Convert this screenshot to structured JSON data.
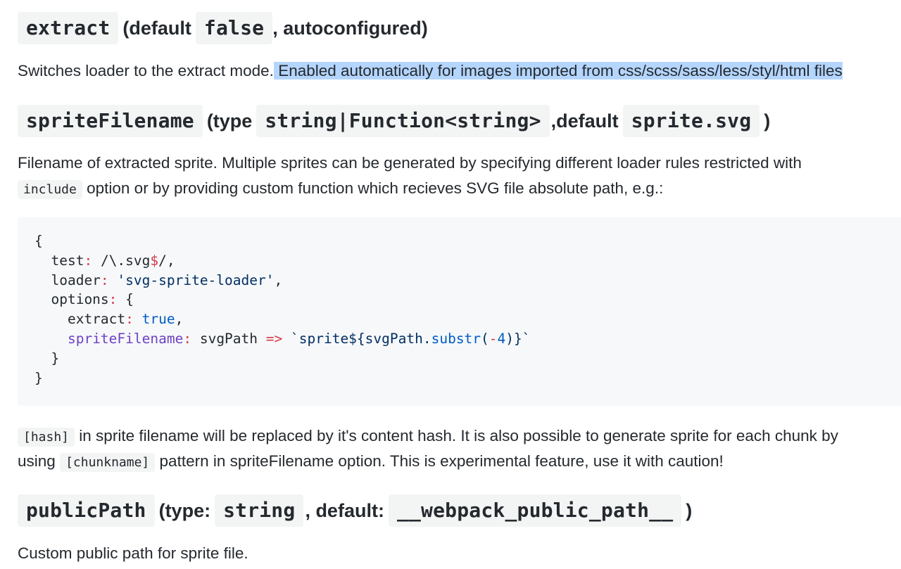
{
  "sections": {
    "extract": {
      "name": "extract",
      "paren_open": "(default",
      "default_code": "false",
      "tail": ", autoconfigured)",
      "desc_plain": "Switches loader to the extract mode.",
      "desc_selected": " Enabled automatically for images imported from css/scss/sass/less/styl/html files"
    },
    "spriteFilename": {
      "name": "spriteFilename",
      "paren_open": "(type",
      "type_code": "string|Function<string>",
      "mid": ",default",
      "default_code": "sprite.svg",
      "close": ")",
      "desc_line1": "Filename of extracted sprite. Multiple sprites can be generated by specifying different loader rules restricted with",
      "desc_code": "include",
      "desc_line2": "option or by providing custom function which recieves SVG file absolute path, e.g.:",
      "code_lines": [
        "{",
        "  test: /\\.svg$/,",
        "  loader: 'svg-sprite-loader',",
        "  options: {",
        "    extract: true,",
        "    spriteFilename: svgPath => `sprite${svgPath.substr(-4)}`",
        "  }",
        "}"
      ],
      "note_code1": "[hash]",
      "note_text1": "in sprite filename will be replaced by it's content hash. It is also possible to generate sprite for each chunk by",
      "note_text2a": "using",
      "note_code2": "[chunkname]",
      "note_text2b": "pattern in spriteFilename option. This is experimental feature, use it with caution!"
    },
    "publicPath": {
      "name": "publicPath",
      "paren_open": "(type:",
      "type_code": "string",
      "mid": ", default:",
      "default_code": "__webpack_public_path__",
      "close": ")",
      "desc": "Custom public path for sprite file."
    }
  },
  "colors": {
    "selection": "#b4d5fd",
    "code_bg": "#f6f8fa",
    "keyword": "#d73a49",
    "string": "#032f62",
    "property": "#6f42c1"
  }
}
